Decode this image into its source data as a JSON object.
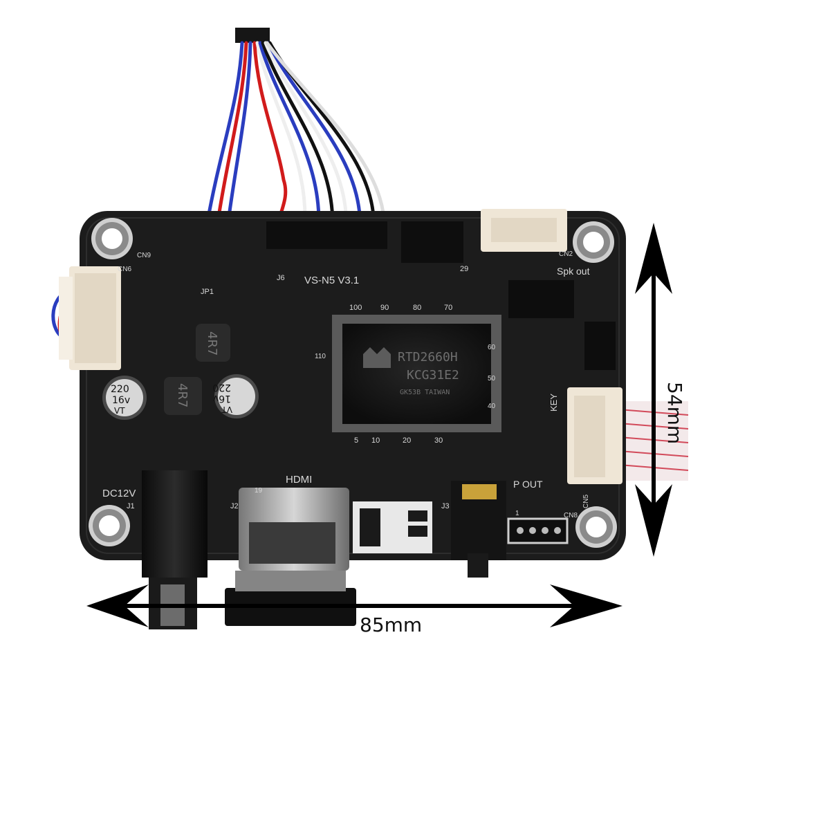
{
  "board": {
    "model": "VS-N5  V3.1",
    "chip_line1": "RTD2660H",
    "chip_line2": "KCG31E2",
    "chip_line3": "GK53B  TAIWAN",
    "pin_100": "100",
    "pin_90": "90",
    "pin_80": "80",
    "pin_70": "70",
    "pin_5": "5",
    "pin_10": "10",
    "pin_20": "20",
    "pin_30": "30",
    "pin_40": "40",
    "pin_50": "50",
    "pin_60": "60",
    "pin_110": "110",
    "pin_29": "29",
    "pin_1": "1",
    "hdmi": "HDMI",
    "dc12v": "DC12V",
    "spk_out": "Spk  out",
    "p_out": "P OUT",
    "key": "KEY",
    "j1": "J1",
    "j2": "J2",
    "j3": "J3",
    "j6": "J6",
    "jp1": "JP1",
    "cn2": "CN2",
    "cn5": "CN5",
    "cn6": "CN6",
    "cn8": "CN8",
    "cn9": "CN9",
    "cap1_a": "220",
    "cap1_b": "16v",
    "cap1_c": "VT",
    "cap2_a": "220",
    "cap2_b": "16v",
    "cap2_c": "VT",
    "ind1": "4R7",
    "ind2": "4R7",
    "hdmi_pin": "19"
  },
  "dimensions": {
    "width_label": "85mm",
    "height_label": "54mm"
  },
  "colors": {
    "pcb": "#1c1c1c",
    "connector": "#efe6d6",
    "arrow": "#000000"
  }
}
